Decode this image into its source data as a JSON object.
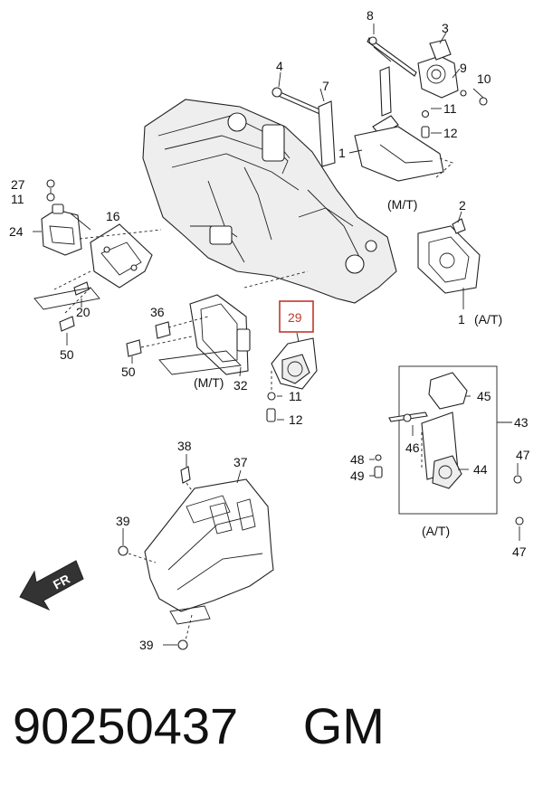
{
  "callouts": [
    {
      "id": "c8",
      "text": "8"
    },
    {
      "id": "c3",
      "text": "3"
    },
    {
      "id": "c4",
      "text": "4"
    },
    {
      "id": "c7",
      "text": "7"
    },
    {
      "id": "c9",
      "text": "9"
    },
    {
      "id": "c10",
      "text": "10"
    },
    {
      "id": "c11a",
      "text": "11"
    },
    {
      "id": "c12a",
      "text": "12"
    },
    {
      "id": "c1a",
      "text": "1"
    },
    {
      "id": "c27",
      "text": "27"
    },
    {
      "id": "c11b",
      "text": "11"
    },
    {
      "id": "c24",
      "text": "24"
    },
    {
      "id": "c16",
      "text": "16"
    },
    {
      "id": "c2",
      "text": "2"
    },
    {
      "id": "c20",
      "text": "20"
    },
    {
      "id": "c36",
      "text": "36"
    },
    {
      "id": "c29",
      "text": "29"
    },
    {
      "id": "c1b",
      "text": "1"
    },
    {
      "id": "c50a",
      "text": "50"
    },
    {
      "id": "c50b",
      "text": "50"
    },
    {
      "id": "c32",
      "text": "32"
    },
    {
      "id": "c11c",
      "text": "11"
    },
    {
      "id": "c12b",
      "text": "12"
    },
    {
      "id": "c45",
      "text": "45"
    },
    {
      "id": "c43",
      "text": "43"
    },
    {
      "id": "c48",
      "text": "48"
    },
    {
      "id": "c46",
      "text": "46"
    },
    {
      "id": "c47a",
      "text": "47"
    },
    {
      "id": "c49",
      "text": "49"
    },
    {
      "id": "c44",
      "text": "44"
    },
    {
      "id": "c38",
      "text": "38"
    },
    {
      "id": "c37",
      "text": "37"
    },
    {
      "id": "c39a",
      "text": "39"
    },
    {
      "id": "c47b",
      "text": "47"
    },
    {
      "id": "c39b",
      "text": "39"
    }
  ],
  "section_labels": {
    "mt_upper": "(M/T)",
    "at_upper": "(A/T)",
    "mt_lower": "(M/T)",
    "at_lower": "(A/T)"
  },
  "direction_arrow": {
    "label": "FR",
    "icon": "front-direction-arrow-icon"
  },
  "highlight": {
    "callout": "29",
    "color": "#c0392b"
  },
  "footer": {
    "part_number": "90250437",
    "brand": "GM"
  }
}
